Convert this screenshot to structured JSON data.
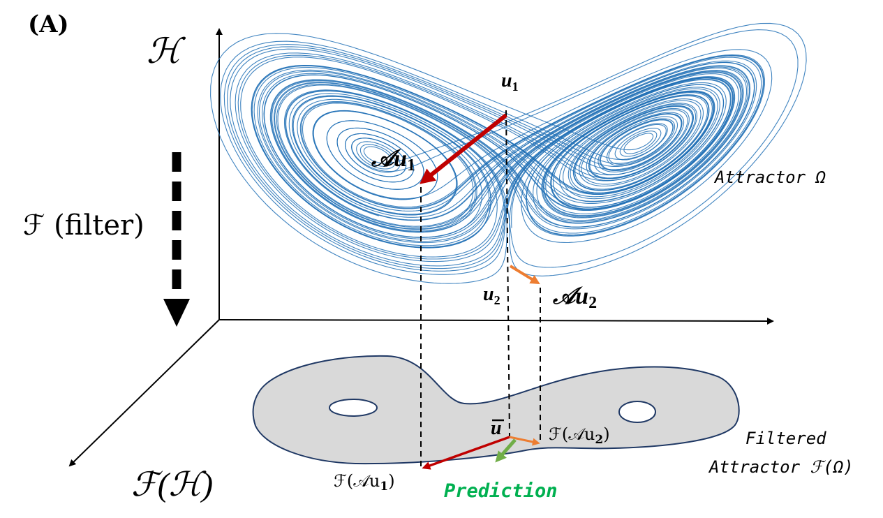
{
  "panel_label": "(A)",
  "space": {
    "h_label": "ℋ",
    "fh_label": "ℱ(ℋ)",
    "filter_label": "ℱ (filter)"
  },
  "points": {
    "u1": "u",
    "u1_sub": "1",
    "u2": "u",
    "u2_sub": "2",
    "au1": "𝒜u",
    "au1_sub": "1",
    "au2": "𝒜u",
    "au2_sub": "2",
    "ubar": "u"
  },
  "filtered": {
    "fau2": "ℱ(𝒜u",
    "fau2_sub": "2",
    "fau1": "ℱ(𝒜u",
    "fau1_sub": "1",
    "close": ")"
  },
  "captions": {
    "attractor": "Attractor Ω",
    "filtered_line1": "Filtered",
    "filtered_line2": "Attractor ℱ(Ω)",
    "prediction": "Prediction"
  },
  "colors": {
    "trajectory": "#1f6fb5",
    "arrow_red": "#c00000",
    "arrow_orange": "#ed7d31",
    "arrow_green": "#70ad47",
    "prediction_text": "#00b050",
    "filtered_fill": "#d9d9d9",
    "filtered_stroke": "#1f3864"
  }
}
